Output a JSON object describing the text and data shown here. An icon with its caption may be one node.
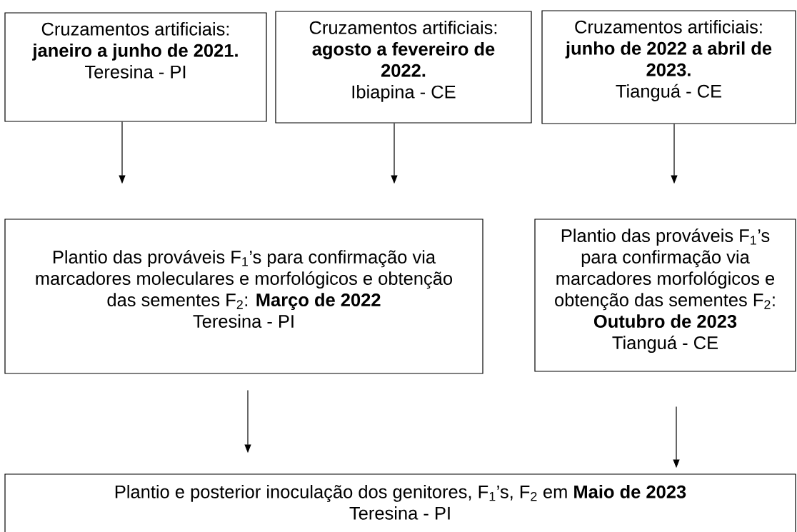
{
  "diagram": {
    "nodes": [
      {
        "text": [
          "Cruzamentos artificiais: **janeiro a junho de 2021.**",
          "Teresina - PI"
        ]
      },
      {
        "text": [
          "Cruzamentos artificiais: **agosto a fevereiro de 2022.**",
          "Ibiapina - CE"
        ]
      },
      {
        "text": [
          "Cruzamentos artificiais: **junho de 2022 a abril de 2023.**",
          "Tianguá - CE"
        ]
      },
      {
        "text": [
          "Plantio das prováveis F$_{1}$’s para confirmação via marcadores moleculares e morfológicos e obtenção das sementes F$_{2}$: **Março de 2022**",
          "Teresina - PI"
        ]
      },
      {
        "text": [
          "Plantio das prováveis F$_{1}$’s para confirmação via marcadores morfológicos e obtenção das sementes F$_{2}$: **Outubro de 2023**",
          "Tianguá - CE"
        ]
      },
      {
        "text": [
          "Plantio e posterior inoculação dos genitores, F$_{1}$’s, F$_{2}$ em **Maio de 2023**",
          "Teresina - PI"
        ]
      }
    ],
    "edges": [
      {
        "from": 0,
        "to": 3,
        "arrow": "to"
      },
      {
        "from": 1,
        "to": 3,
        "arrow": "to"
      },
      {
        "from": 2,
        "to": 4,
        "arrow": "to"
      },
      {
        "from": 3,
        "to": 5,
        "arrow": "to"
      },
      {
        "from": 4,
        "to": 5,
        "arrow": "to"
      }
    ]
  }
}
